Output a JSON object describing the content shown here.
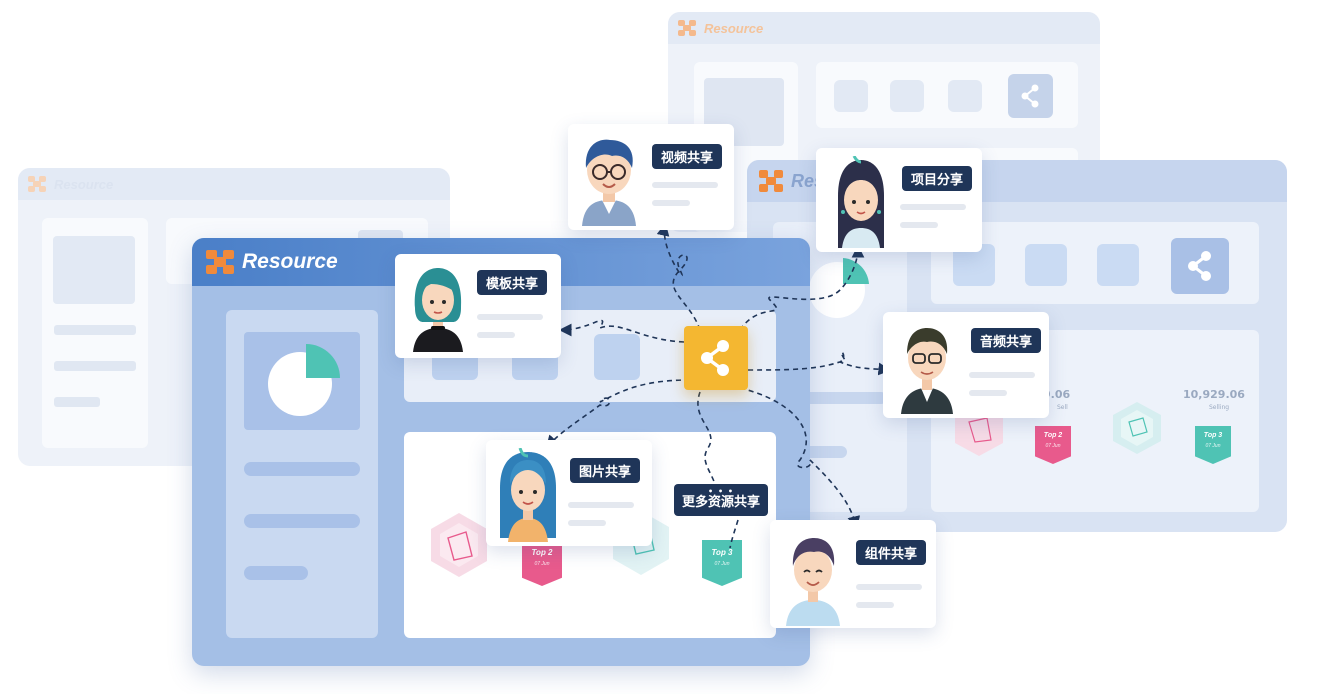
{
  "brand": {
    "name": "Resource",
    "colors": {
      "orange": "#f08a3c",
      "navy": "#1f3558",
      "share_yellow": "#f4b731",
      "teal": "#4fc3b4",
      "pink": "#e85a8c"
    }
  },
  "hub": {
    "icon": "share-icon"
  },
  "users": [
    {
      "label": "视频共享",
      "avatar": "boy-glasses-blue-shirt"
    },
    {
      "label": "项目分享",
      "avatar": "girl-long-hair"
    },
    {
      "label": "模板共享",
      "avatar": "girl-teal-bob"
    },
    {
      "label": "音频共享",
      "avatar": "man-glasses-dark-jacket"
    },
    {
      "label": "图片共享",
      "avatar": "girl-blue-hair"
    },
    {
      "label": "组件共享",
      "avatar": "boy-light-shirt"
    }
  ],
  "more": {
    "label": "更多资源共享",
    "dots": "• • •"
  },
  "ranks": [
    {
      "label": "Top 2",
      "date": "07 Jun"
    },
    {
      "label": "Top 3",
      "date": "07 Jun"
    }
  ],
  "stats": [
    {
      "value": "9.06",
      "caption": "Sell"
    },
    {
      "value": "10,929.06",
      "caption": "Selling"
    }
  ]
}
